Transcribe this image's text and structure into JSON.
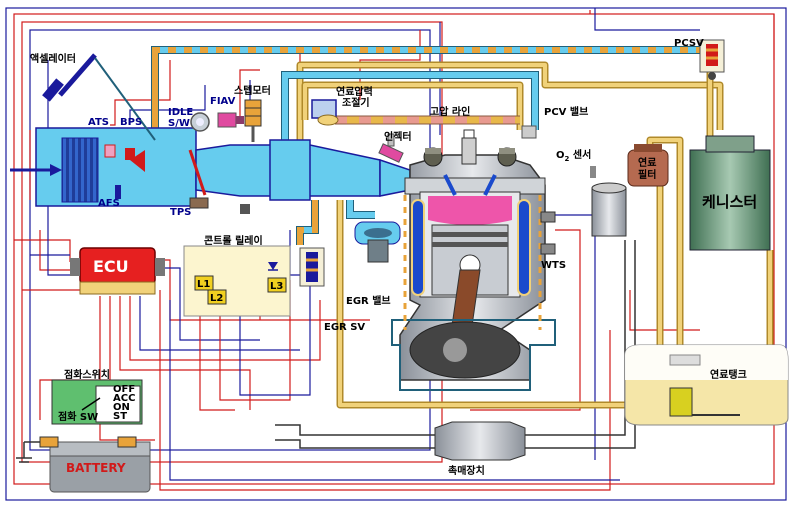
{
  "labels": {
    "accelerator": "액셀레이터",
    "ats": "ATS",
    "bps": "BPS",
    "afs": "AFS",
    "tps": "TPS",
    "idle_sw_1": "IDLE",
    "idle_sw_2": "S/W",
    "fiav": "FIAV",
    "step_motor": "스텝모터",
    "fuel_pressure_reg_1": "연료압력",
    "fuel_pressure_reg_2": "조절기",
    "high_pressure_line": "고압 라인",
    "pcv_valve": "PCV 밸브",
    "pcsv": "PCSV",
    "injector": "인젝터",
    "o2_sensor_prefix": "O",
    "o2_sensor_sub": "2",
    "o2_sensor_suffix": " 센서",
    "fuel_filter_1": "연료",
    "fuel_filter_2": "필터",
    "canister": "케니스터",
    "ecu": "ECU",
    "control_relay": "콘트롤 릴레이",
    "relay_l1": "L1",
    "relay_l2": "L2",
    "relay_l3": "L3",
    "egr_valve": "EGR 밸브",
    "egr_sv": "EGR SV",
    "wts": "WTS",
    "ignition_switch": "점화스위치",
    "ignition_sw_label": "점화 SW",
    "sw_off": "OFF",
    "sw_acc": "ACC",
    "sw_on": "ON",
    "sw_st": "ST",
    "fuel_tank": "연료탱크",
    "battery": "BATTERY",
    "catalytic_converter": "촉매장치"
  },
  "colors": {
    "intake_air": "#66ccee",
    "wiring_red": "#d11a1a",
    "wiring_blue": "#1a1a9c",
    "fuel_line": "#e8b84a",
    "high_pressure": "#e8a8a0",
    "combustion": "#ee55aa",
    "ecu": "#e62020",
    "canister": "#5f8f6f",
    "tank_fuel": "#f5e6a8",
    "battery": "#9aa0a6",
    "relay_box": "#fcf5cf",
    "ignition_box": "#5fbf6f"
  },
  "icons": [
    "air-flow-arrow-icon",
    "air-filter-icon",
    "ground-symbol-icon",
    "spark-plug-icon"
  ]
}
